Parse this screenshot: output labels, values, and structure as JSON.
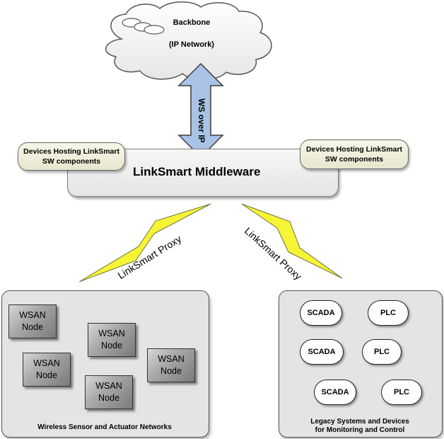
{
  "cloud": {
    "title": "Backbone",
    "subtitle": "(IP Network)"
  },
  "arrow": {
    "label": "WS over IP"
  },
  "middleware": {
    "label": "LinkSmart Middleware"
  },
  "hosts": {
    "left": {
      "line1": "Devices Hosting LinkSmart",
      "line2": "SW components"
    },
    "right": {
      "line1": "Devices Hosting LinkSmart",
      "line2": "SW components"
    }
  },
  "proxies": {
    "left": "LinkSmart Proxy",
    "right": "LinkSmart Proxy"
  },
  "wsan": {
    "caption": "Wireless Sensor and Actuator Networks",
    "nodes": [
      {
        "line1": "WSAN",
        "line2": "Node"
      },
      {
        "line1": "WSAN",
        "line2": "Node"
      },
      {
        "line1": "WSAN",
        "line2": "Node"
      },
      {
        "line1": "WSAN",
        "line2": "Node"
      },
      {
        "line1": "WSAN",
        "line2": "Node"
      }
    ]
  },
  "legacy": {
    "caption_line1": "Legacy Systems and Devices",
    "caption_line2": "for Monitoring and Control",
    "items": [
      "SCADA",
      "PLC",
      "SCADA",
      "PLC",
      "SCADA",
      "PLC"
    ]
  },
  "colors": {
    "arrow_fill": "#a9c3e6",
    "bolt_fill": "#f5f535",
    "panel_bg": "#e4e4e4",
    "host_bg": "#eeeedb"
  }
}
